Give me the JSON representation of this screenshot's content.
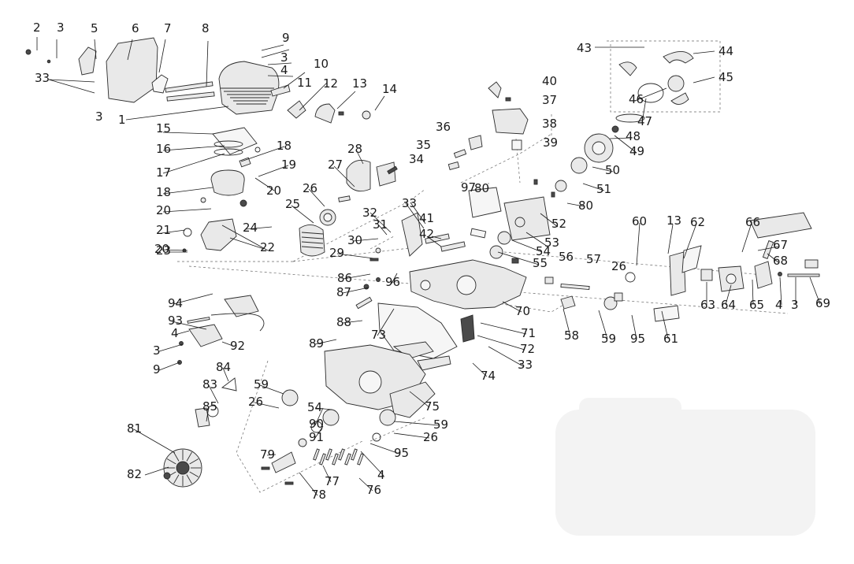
{
  "figure_kind": "exploded parts diagram",
  "callout_numbers": [
    "1",
    "2",
    "3",
    "4",
    "5",
    "6",
    "7",
    "8",
    "9",
    "10",
    "11",
    "12",
    "13",
    "14",
    "15",
    "16",
    "17",
    "18",
    "19",
    "20",
    "21",
    "22",
    "23",
    "24",
    "25",
    "26",
    "27",
    "28",
    "29",
    "30",
    "31",
    "32",
    "33",
    "34",
    "35",
    "36",
    "37",
    "38",
    "39",
    "40",
    "41",
    "42",
    "43",
    "44",
    "45",
    "46",
    "47",
    "48",
    "49",
    "50",
    "51",
    "52",
    "53",
    "54",
    "55",
    "56",
    "57",
    "58",
    "59",
    "60",
    "61",
    "62",
    "63",
    "64",
    "65",
    "66",
    "67",
    "68",
    "69",
    "70",
    "71",
    "72",
    "73",
    "74",
    "75",
    "76",
    "77",
    "78",
    "79",
    "80",
    "81",
    "82",
    "83",
    "84",
    "85",
    "86",
    "87",
    "88",
    "89",
    "90",
    "91",
    "92",
    "93",
    "94",
    "95",
    "96",
    "97"
  ],
  "colors": {
    "background": "#ffffff",
    "ink": "#1a1a1a",
    "part_fill": "#e9e9e9",
    "dashed_guide": "#6a6a6a",
    "watermark_ghost": "#f3f3f3"
  }
}
